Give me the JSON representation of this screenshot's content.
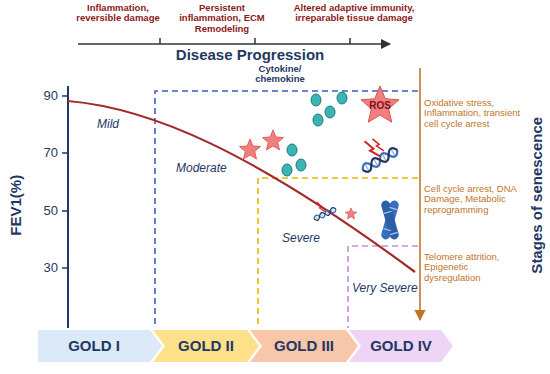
{
  "diagram": {
    "nodes": [
      {
        "text": [
          "GOLD I"
        ]
      },
      {
        "text": [
          "GOLD II"
        ]
      },
      {
        "text": [
          "GOLD III"
        ]
      },
      {
        "text": [
          "GOLD IV"
        ]
      }
    ],
    "labels": [
      "Inflammation, reversible damage",
      "Persistent inflammation, ECM Remodeling",
      "Altered adaptive immunity, irreparable tissue damage",
      "Disease Progression",
      "FEV1(%)",
      "90",
      "70",
      "50",
      "30",
      "Cytokine/ chemokine",
      "ROS",
      "Mild",
      "Oxidative stress, Inflammation, transient cell cycle arrest",
      "Stages of senescence",
      "Moderate",
      "Cell cycle arrest, DNA Damage, Metabolic reprogramming",
      "Severe",
      "Telomere attrition, Epigenetic dysregulation",
      "Very Severe"
    ]
  }
}
